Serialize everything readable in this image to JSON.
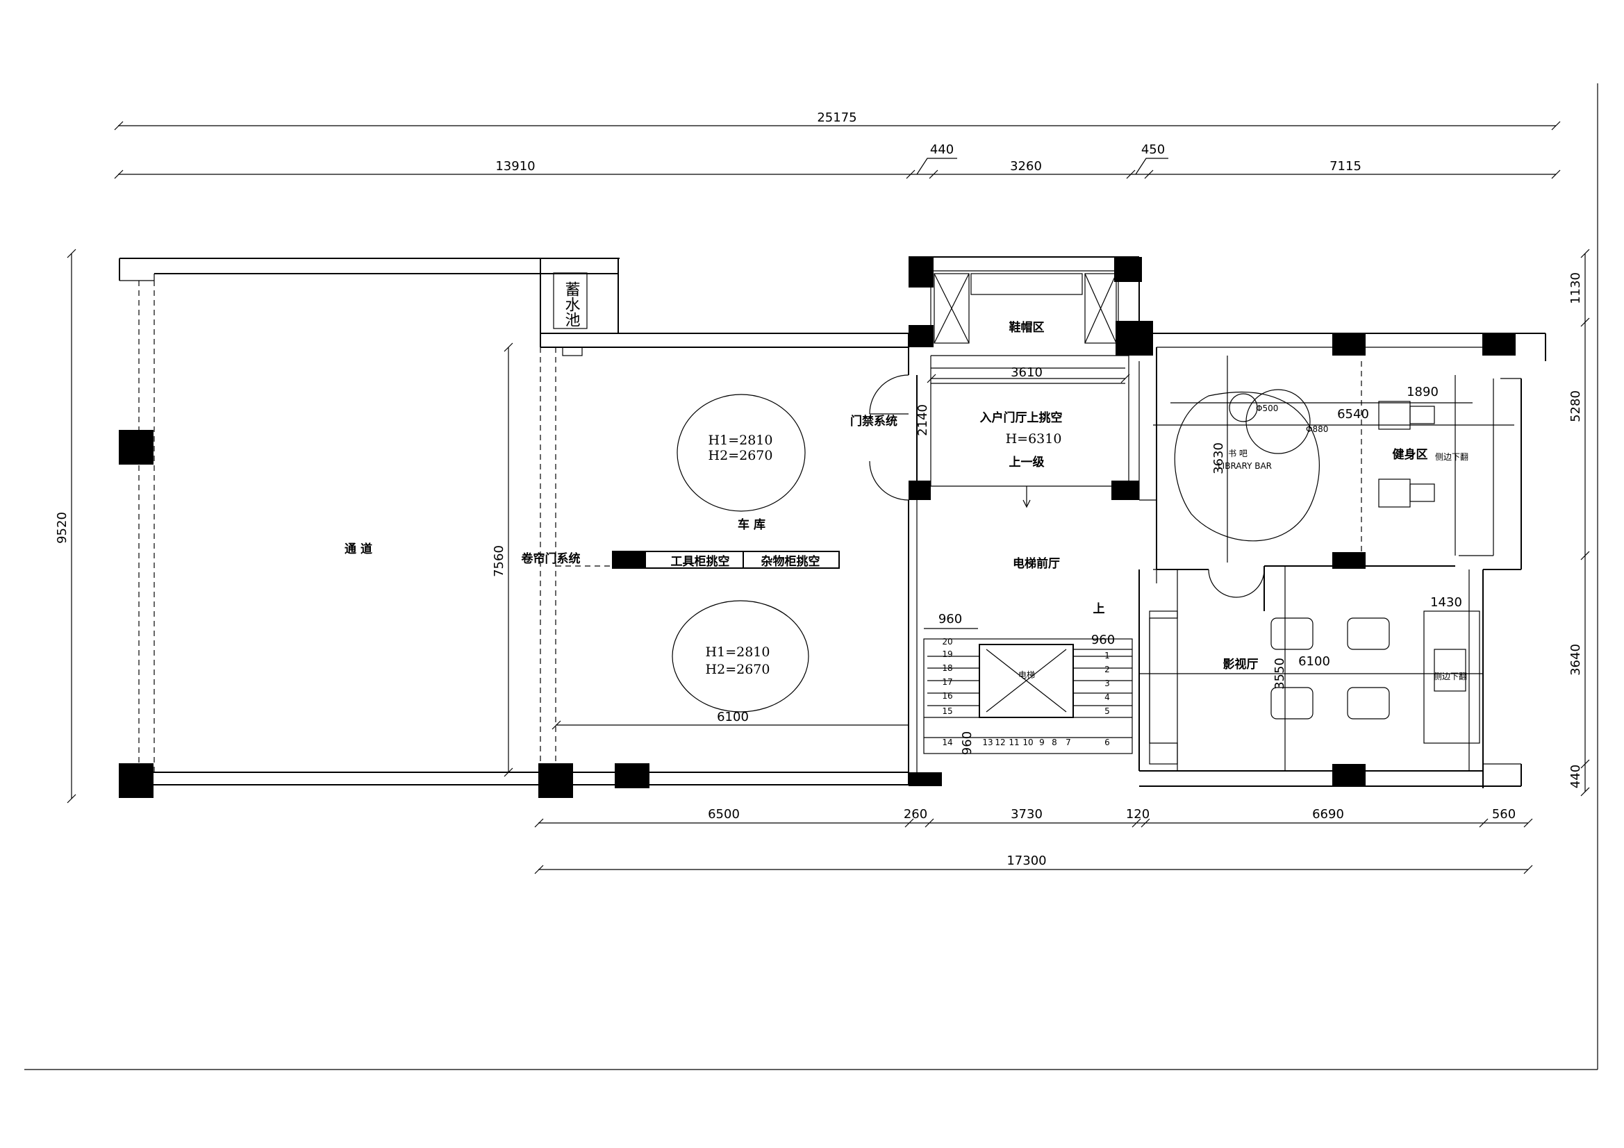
{
  "dimensions": {
    "top_total": "25175",
    "top_1": "13910",
    "top_2": "440",
    "top_3": "3260",
    "top_4": "450",
    "top_5": "7115",
    "left_total": "9520",
    "right_1": "1130",
    "right_2": "5280",
    "right_3": "3640",
    "right_4": "440",
    "bottom_1": "6500",
    "bottom_2": "260",
    "bottom_3": "3730",
    "bottom_4": "120",
    "bottom_5": "6690",
    "bottom_6": "560",
    "bottom_total": "17300",
    "garage_height": "7560",
    "garage_width": "6100",
    "foyer_width": "3610",
    "foyer_height": "2140",
    "stair_top": "960",
    "stair_right": "960",
    "stair_side": "960",
    "bar_dim": "3630",
    "gym_dim": "6540",
    "gym_width": "1890",
    "cinema_dim": "3550",
    "cinema_width": "6100",
    "cinema_right": "1430",
    "circle_1": "Φ500",
    "circle_2": "Φ880"
  },
  "rooms": {
    "passage": "通 道",
    "garage": "车 库",
    "rolling_door": "卷帘门系统",
    "tool_cabinet": "工具柜挑空",
    "misc_cabinet": "杂物柜挑空",
    "water_tank": "蓄水池",
    "shoe_area": "鞋帽区",
    "access_system": "门禁系统",
    "entry_void": "入户门厅上挑空",
    "entry_height": "H=6310",
    "step_up": "上一级",
    "elevator_hall": "电梯前厅",
    "stair_up": "上",
    "library_cn": "书 吧",
    "library_en": "LIBRARY BAR",
    "gym": "健身区",
    "gym_note": "侧边下翻",
    "cinema": "影视厅",
    "cinema_note": "侧边下翻",
    "elevator": "电梯"
  },
  "ceiling": {
    "h1": "H1=2810",
    "h2": "H2=2670"
  },
  "stairs": {
    "left_steps": [
      "20",
      "19",
      "18",
      "17",
      "16",
      "15"
    ],
    "right_steps": [
      "1",
      "2",
      "3",
      "4",
      "5"
    ],
    "bottom_steps": [
      "14",
      "13",
      "12",
      "11",
      "10",
      "9",
      "8",
      "7",
      "6"
    ]
  }
}
